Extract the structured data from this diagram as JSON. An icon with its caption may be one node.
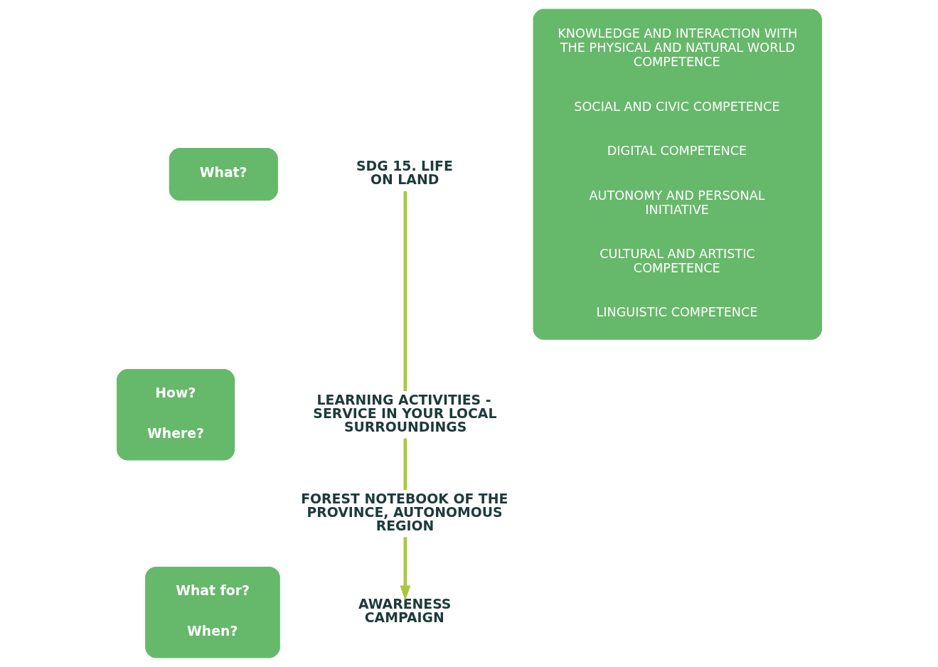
{
  "diagram": {
    "nodes": [
      {
        "text": [
          "What?"
        ]
      },
      {
        "text": [
          "How?",
          "Where?"
        ]
      },
      {
        "text": [
          "What for?",
          "When?"
        ]
      },
      {
        "text": [
          "SDG 15. LIFE ON LAND"
        ]
      },
      {
        "text": [
          "LEARNING ACTIVITIES - SERVICE IN YOUR LOCAL SURROUNDINGS"
        ]
      },
      {
        "text": [
          "FOREST NOTEBOOK OF THE PROVINCE, AUTONOMOUS REGION"
        ]
      },
      {
        "text": [
          "AWARENESS CAMPAIGN"
        ]
      },
      {
        "text": [
          "KNOWLEDGE AND INTERACTION WITH THE PHYSICAL AND NATURAL WORLD COMPETENCE",
          "SOCIAL AND CIVIC COMPETENCE",
          "DIGITAL COMPETENCE",
          "AUTONOMY AND PERSONAL INITIATIVE",
          "CULTURAL AND ARTISTIC COMPETENCE",
          "LINGUISTIC COMPETENCE"
        ]
      }
    ],
    "edges": [
      {
        "from": 3,
        "to": 4,
        "arrow": "none"
      },
      {
        "from": 4,
        "to": 5,
        "arrow": "none"
      },
      {
        "from": 5,
        "to": 6,
        "arrow": "to"
      }
    ]
  }
}
